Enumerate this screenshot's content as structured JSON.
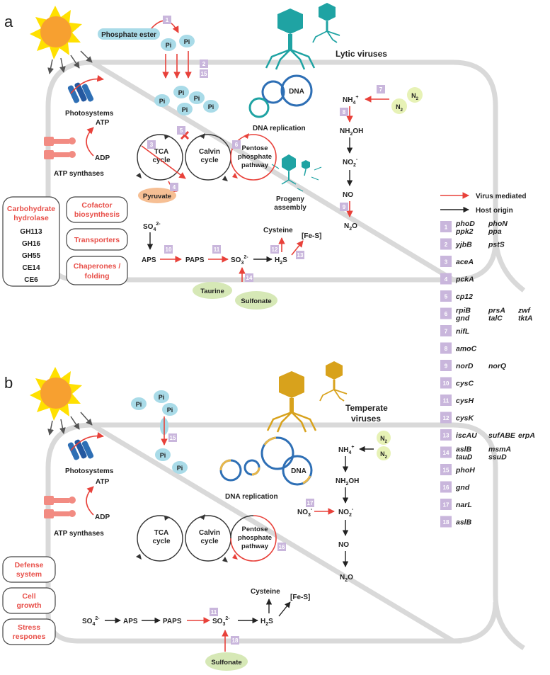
{
  "colors": {
    "virus_red": "#e8413a",
    "host_black": "#222222",
    "pi_blue": "#a9dbe8",
    "badge_purple": "#c9b6dc",
    "cell_grey": "#d9d9d9",
    "lytic_teal": "#1fa3a3",
    "temperate_gold": "#d8a21c",
    "substrate_green": "#d6e8b6",
    "sun_yellow": "#ffe000",
    "sun_orange": "#f7a030"
  },
  "panel_a": {
    "letter": "a",
    "virus_label": "Lytic viruses",
    "phosphate_ester": "Phosphate ester",
    "pi": "Pi",
    "photosystems": "Photosystems",
    "atp": "ATP",
    "adp": "ADP",
    "atp_synthases": "ATP synthases",
    "tca_1": "TCA",
    "tca_2": "cycle",
    "calvin_1": "Calvin",
    "calvin_2": "cycle",
    "pp_1": "Pentose",
    "pp_2": "phosphate",
    "pp_3": "pathway",
    "pyruvate": "Pyruvate",
    "dna": "DNA",
    "dna_replication": "DNA replication",
    "progeny_1": "Progeny",
    "progeny_2": "assembly",
    "carb_1": "Carbohydrate",
    "carb_2": "hydrolase",
    "gh113": "GH113",
    "gh16": "GH16",
    "gh55": "GH55",
    "ce14": "CE14",
    "ce6": "CE6",
    "cofactor_1": "Cofactor",
    "cofactor_2": "biosynthesis",
    "transporters": "Transporters",
    "chaperones_1": "Chaperones /",
    "chaperones_2": "folding",
    "so4": "SO",
    "aps": "APS",
    "paps": "PAPS",
    "so3": "SO",
    "h2s": "H",
    "h2s_s": "S",
    "cysteine": "Cysteine",
    "fes": "[Fe-S]",
    "taurine": "Taurine",
    "sulfonate": "Sulfonate",
    "n2": "N",
    "nh4": "NH",
    "nh2oh_a": "NH",
    "nh2oh_b": "OH",
    "no2": "NO",
    "no": "NO",
    "n2o_a": "N",
    "n2o_b": "O",
    "sub_2": "2",
    "sub_3": "3",
    "sub_4": "4",
    "sup_plus": "+",
    "sup_minus": "-",
    "sup_2minus": "2-",
    "badges": [
      "1",
      "2",
      "15",
      "3",
      "5",
      "6",
      "4",
      "7",
      "8",
      "9",
      "10",
      "11",
      "12",
      "13",
      "14"
    ]
  },
  "panel_b": {
    "letter": "b",
    "virus_label_1": "Temperate",
    "virus_label_2": "viruses",
    "pi": "Pi",
    "photosystems": "Photosystems",
    "atp": "ATP",
    "adp": "ADP",
    "atp_synthases": "ATP synthases",
    "dna": "DNA",
    "dna_replication": "DNA replication",
    "tca_1": "TCA",
    "tca_2": "cycle",
    "calvin_1": "Calvin",
    "calvin_2": "cycle",
    "pp_1": "Pentose",
    "pp_2": "phosphate",
    "pp_3": "pathway",
    "defense_1": "Defense",
    "defense_2": "system",
    "growth_1": "Cell",
    "growth_2": "growth",
    "stress_1": "Stress",
    "stress_2": "respones",
    "so4": "SO",
    "aps": "APS",
    "paps": "PAPS",
    "so3": "SO",
    "h2s": "H",
    "h2s_s": "S",
    "cysteine": "Cysteine",
    "fes": "[Fe-S]",
    "sulfonate": "Sulfonate",
    "n2": "N",
    "nh4": "NH",
    "nh2oh_a": "NH",
    "nh2oh_b": "OH",
    "no3": "NO",
    "no2": "NO",
    "no": "NO",
    "n2o_a": "N",
    "n2o_b": "O",
    "sub_2": "2",
    "sub_3": "3",
    "sub_4": "4",
    "sup_plus": "+",
    "sup_minus": "-",
    "sup_2minus": "2-",
    "badges": [
      "15",
      "16",
      "17",
      "11",
      "18"
    ]
  },
  "legend": {
    "virus_mediated": "Virus mediated",
    "host_origin": "Host origin",
    "genes": [
      {
        "num": "1",
        "line1": [
          "phoD",
          "phoN"
        ],
        "line2": [
          "ppk2",
          "ppa"
        ]
      },
      {
        "num": "2",
        "line1": [
          "yjbB",
          "pstS"
        ]
      },
      {
        "num": "3",
        "line1": [
          "aceA"
        ]
      },
      {
        "num": "4",
        "line1": [
          "pckA"
        ]
      },
      {
        "num": "5",
        "line1": [
          "cp12"
        ]
      },
      {
        "num": "6",
        "line1": [
          "rpiB",
          "prsA",
          "zwf"
        ],
        "line2": [
          "gnd",
          "talC",
          "tktA"
        ]
      },
      {
        "num": "7",
        "line1": [
          "nifL"
        ]
      },
      {
        "num": "8",
        "line1": [
          "amoC"
        ]
      },
      {
        "num": "9",
        "line1": [
          "norD",
          "norQ"
        ]
      },
      {
        "num": "10",
        "line1": [
          "cysC"
        ]
      },
      {
        "num": "11",
        "line1": [
          "cysH"
        ]
      },
      {
        "num": "12",
        "line1": [
          "cysK"
        ]
      },
      {
        "num": "13",
        "line1": [
          "iscAU",
          "sufABE",
          "erpA"
        ]
      },
      {
        "num": "14",
        "line1": [
          "aslB",
          "msmA"
        ],
        "line2": [
          "tauD",
          "ssuD"
        ]
      },
      {
        "num": "15",
        "line1": [
          "phoH"
        ]
      },
      {
        "num": "16",
        "line1": [
          "gnd"
        ]
      },
      {
        "num": "17",
        "line1": [
          "narL"
        ]
      },
      {
        "num": "18",
        "line1": [
          "aslB"
        ]
      }
    ]
  }
}
